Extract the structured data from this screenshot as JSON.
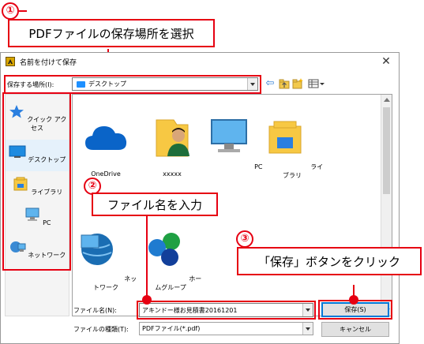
{
  "callouts": [
    {
      "number": "①",
      "text": "PDFファイルの保存場所を選択"
    },
    {
      "number": "②",
      "text": "ファイル名を入力"
    },
    {
      "number": "③",
      "text": "「保存」ボタンをクリック"
    }
  ],
  "dialog": {
    "title": "名前を付けて保存",
    "close_glyph": "✕",
    "location_label": "保存する場所(I):",
    "location_value": "デスクトップ",
    "places": [
      {
        "label": "クイック アクセス",
        "icon": "star-icon"
      },
      {
        "label": "デスクトップ",
        "icon": "desktop-icon"
      },
      {
        "label": "ライブラリ",
        "icon": "library-icon"
      },
      {
        "label": "PC",
        "icon": "pc-icon"
      },
      {
        "label": "ネットワーク",
        "icon": "network-icon"
      }
    ],
    "files": [
      {
        "label": "OneDrive",
        "icon": "onedrive-icon"
      },
      {
        "label": "xxxxx",
        "icon": "user-folder-icon"
      },
      {
        "label": "PC",
        "icon": "pc-icon"
      },
      {
        "label": "ライブラリ",
        "icon": "library-icon"
      },
      {
        "label": "ネットワーク",
        "icon": "network-icon"
      },
      {
        "label": "ホームグループ",
        "icon": "homegroup-icon"
      }
    ],
    "filename_label": "ファイル名(N):",
    "filename_value": "アキンドー様お見積書201612​01",
    "filetype_label": "ファイルの種類(T):",
    "filetype_value": "PDFファイル(*.pdf)",
    "save_label": "保存(S)",
    "cancel_label": "キャンセル"
  },
  "colors": {
    "accent": "#e60012",
    "selection": "#0078d7"
  }
}
